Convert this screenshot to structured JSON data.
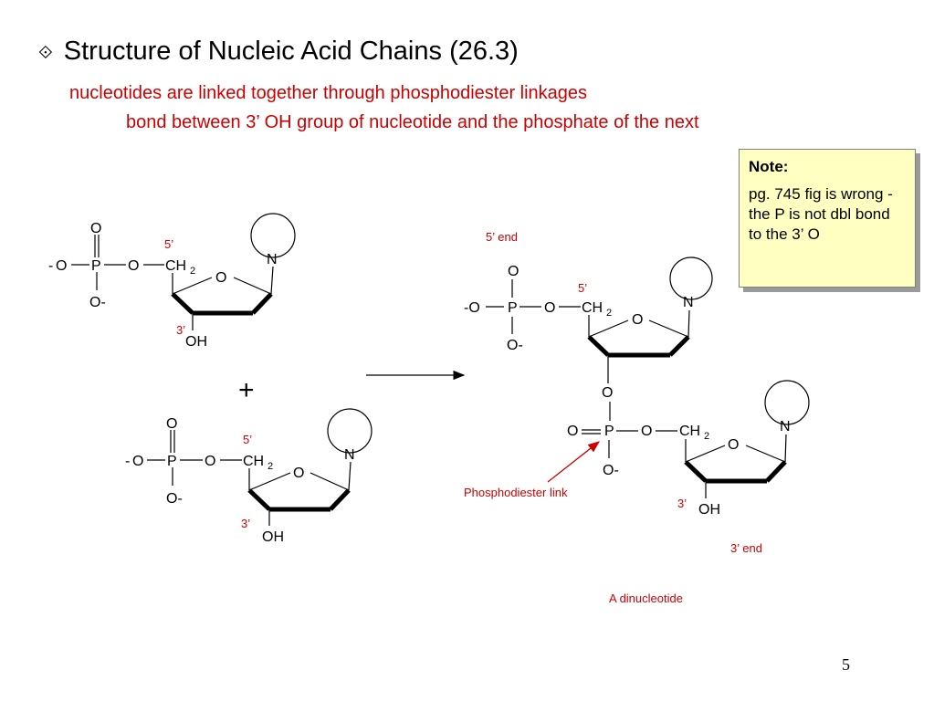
{
  "slide": {
    "title": "Structure of Nucleic Acid Chains (26.3)",
    "bullet_symbol": "⟐",
    "subtitle1": "nucleotides are linked together through phosphodiester linkages",
    "subtitle2": "bond between 3’ OH group of nucleotide and the phosphate of the next",
    "page_number": "5"
  },
  "note": {
    "title": "Note:",
    "body": "pg. 745 fig is wrong - the P is not dbl bond to the 3’ O"
  },
  "labels": {
    "O": "O",
    "P": "P",
    "N": "N",
    "CH": "CH",
    "sub2": "2",
    "OH": "OH",
    "O_minus": "O-",
    "minus_O": "-O",
    "minus": "-",
    "five_prime": "5’",
    "three_prime": "3’",
    "plus": "+",
    "five_prime_end": "5’ end",
    "three_prime_end": "3’ end",
    "phosphodiester_link": "Phosphodiester link",
    "dinucleotide": "A dinucleotide"
  },
  "colors": {
    "accent_red": "#cc0000",
    "note_bg": "#ffffc2"
  }
}
